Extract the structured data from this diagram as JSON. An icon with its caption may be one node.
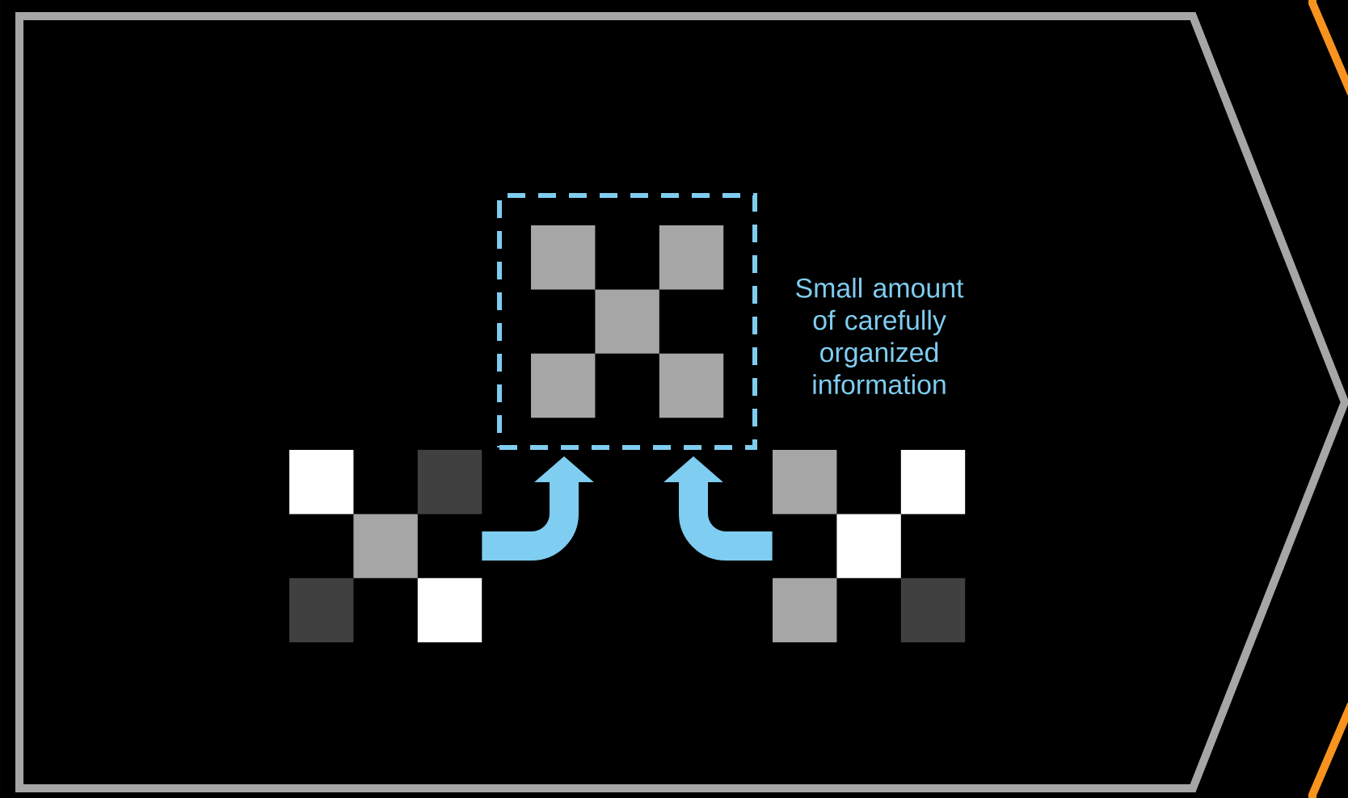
{
  "diagram": {
    "nodes": [
      {
        "text": [],
        "shape": "box",
        "beside": [
          "Small amount of carefully organized information"
        ]
      },
      {
        "text": [],
        "shape": "picture"
      },
      {
        "text": [],
        "shape": "picture"
      }
    ],
    "edges": [
      {
        "from": 1,
        "to": 0,
        "arrow": "to"
      },
      {
        "from": 2,
        "to": 0,
        "arrow": "to"
      }
    ]
  }
}
